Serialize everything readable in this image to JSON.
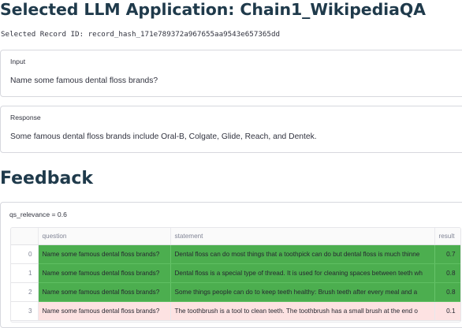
{
  "page": {
    "title": "Selected LLM Application: Chain1_WikipediaQA",
    "record_id_text": "Selected Record ID: record_hash_171e789372a967655aa9543e657365dd"
  },
  "input_card": {
    "label": "Input",
    "text": "Name some famous dental floss brands?"
  },
  "response_card": {
    "label": "Response",
    "text": "Some famous dental floss brands include Oral-B, Colgate, Glide, Reach, and Dentek."
  },
  "feedback": {
    "title": "Feedback",
    "metric_label": "qs_relevance = 0.6",
    "table": {
      "columns": [
        "",
        "question",
        "statement",
        "result"
      ],
      "rows": [
        {
          "index": "0",
          "question": "Name some famous dental floss brands?",
          "statement": "Dental floss can do most things that a toothpick can do but dental floss is much thinne",
          "result": "0.7",
          "status": "good"
        },
        {
          "index": "1",
          "question": "Name some famous dental floss brands?",
          "statement": "Dental floss is a special type of thread. It is used for cleaning spaces between teeth wh",
          "result": "0.8",
          "status": "good"
        },
        {
          "index": "2",
          "question": "Name some famous dental floss brands?",
          "statement": "Some things people can do to keep teeth healthy:  Brush teeth after every meal and a",
          "result": "0.8",
          "status": "good"
        },
        {
          "index": "3",
          "question": "Name some famous dental floss brands?",
          "statement": "The toothbrush is a tool to clean teeth. The toothbrush has a small brush at the end o",
          "result": "0.1",
          "status": "bad"
        }
      ]
    }
  },
  "colors": {
    "heading": "#1f3a4b",
    "good_row": "#4cae4f",
    "bad_row": "#fde2e2"
  }
}
